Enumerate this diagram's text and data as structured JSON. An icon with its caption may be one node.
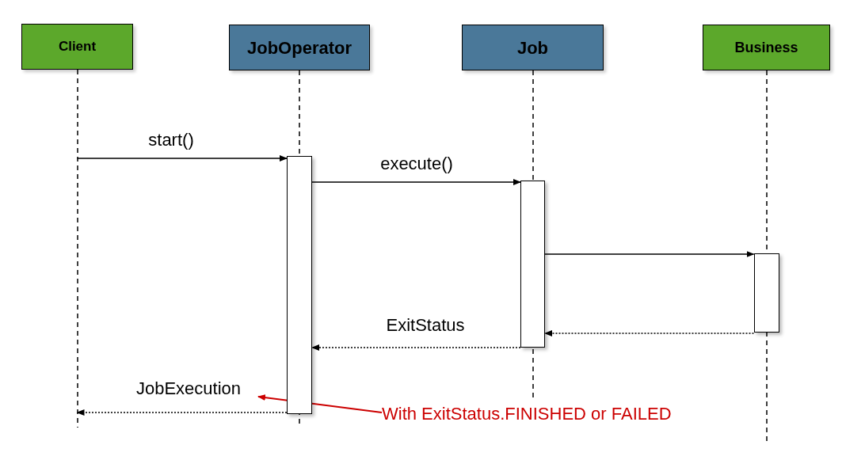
{
  "diagram": {
    "nodes": [
      {
        "text": [
          "Client"
        ]
      },
      {
        "text": [
          "JobOperator"
        ]
      },
      {
        "text": [
          "Job"
        ]
      },
      {
        "text": [
          "Business"
        ]
      },
      {
        "text": [],
        "shape": "bar",
        "in": 1
      },
      {
        "text": [],
        "shape": "bar",
        "in": 2
      },
      {
        "text": [],
        "shape": "bar",
        "in": 3
      },
      {
        "text": [
          "With ExitStatus.FINISHED or FAILED"
        ]
      }
    ],
    "edges": [
      {
        "from": 0,
        "to": 4,
        "arrow": "to",
        "label": "start()"
      },
      {
        "from": 4,
        "to": 5,
        "arrow": "to",
        "label": "execute()"
      },
      {
        "from": 5,
        "to": 6,
        "arrow": "to"
      },
      {
        "from": 6,
        "to": 5,
        "arrow": "to",
        "style": "dashed"
      },
      {
        "from": 5,
        "to": 4,
        "arrow": "to",
        "style": "dashed",
        "label": "ExitStatus"
      },
      {
        "from": 4,
        "to": 0,
        "arrow": "to",
        "style": "dashed",
        "label": "JobExecution"
      },
      {
        "from": 7,
        "to": null,
        "arrow": "to",
        "color": "#cc0000"
      }
    ]
  }
}
